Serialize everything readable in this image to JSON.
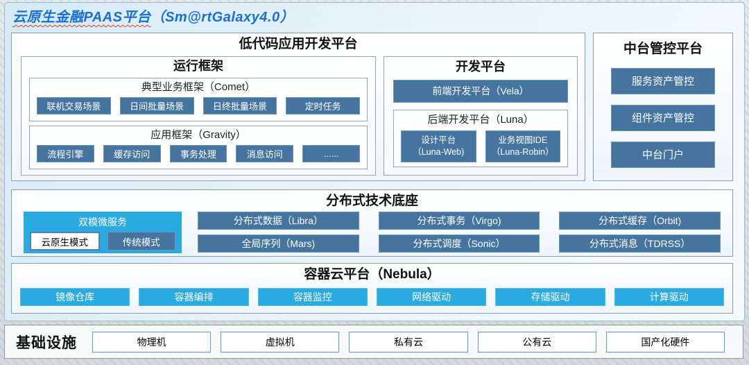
{
  "header": {
    "title_cn": "云原生金融PAAS平台",
    "title_en": "（Sm@rtGalaxy4.0）"
  },
  "low_code": {
    "title": "低代码应用开发平台",
    "runtime": {
      "title": "运行框架",
      "comet": {
        "title": "典型业务框架（Comet）",
        "items": [
          "联机交易场景",
          "日间批量场景",
          "日终批量场景",
          "定时任务"
        ]
      },
      "gravity": {
        "title": "应用框架（Gravity）",
        "items": [
          "流程引擎",
          "缓存访问",
          "事务处理",
          "消息访问",
          "......"
        ]
      }
    },
    "dev": {
      "title": "开发平台",
      "frontend": "前端开发平台（Vela）",
      "backend": {
        "title": "后端开发平台（Luna）",
        "items": [
          "设计平台\n（Luna-Web)",
          "业务视图IDE\n（Luna-Robin）"
        ]
      }
    }
  },
  "mid_platform": {
    "title": "中台管控平台",
    "items": [
      "服务资产管控",
      "组件资产管控",
      "中台门户"
    ]
  },
  "distributed": {
    "title": "分布式技术底座",
    "dual_mode": {
      "title": "双模微服务",
      "cloud_native": "云原生模式",
      "traditional": "传统模式"
    },
    "grid": [
      [
        "分布式数据（Libra）",
        "分布式事务（Virgo)",
        "分布式缓存（Orbit)"
      ],
      [
        "全局序列（Mars)",
        "分布式调度（Sonic）",
        "分布式消息（TDRSS）"
      ]
    ]
  },
  "container_cloud": {
    "title": "容器云平台（Nebula）",
    "items": [
      "镜像仓库",
      "容器编排",
      "容器监控",
      "网络驱动",
      "存储驱动",
      "计算驱动"
    ]
  },
  "infrastructure": {
    "title": "基础设施",
    "items": [
      "物理机",
      "虚拟机",
      "私有云",
      "公有云",
      "国产化硬件"
    ]
  },
  "colors": {
    "steel_blue": "#45759f",
    "cyan": "#29abe2",
    "title_blue": "#1b6fd4",
    "wavy_underline_red": "#e2372b"
  }
}
